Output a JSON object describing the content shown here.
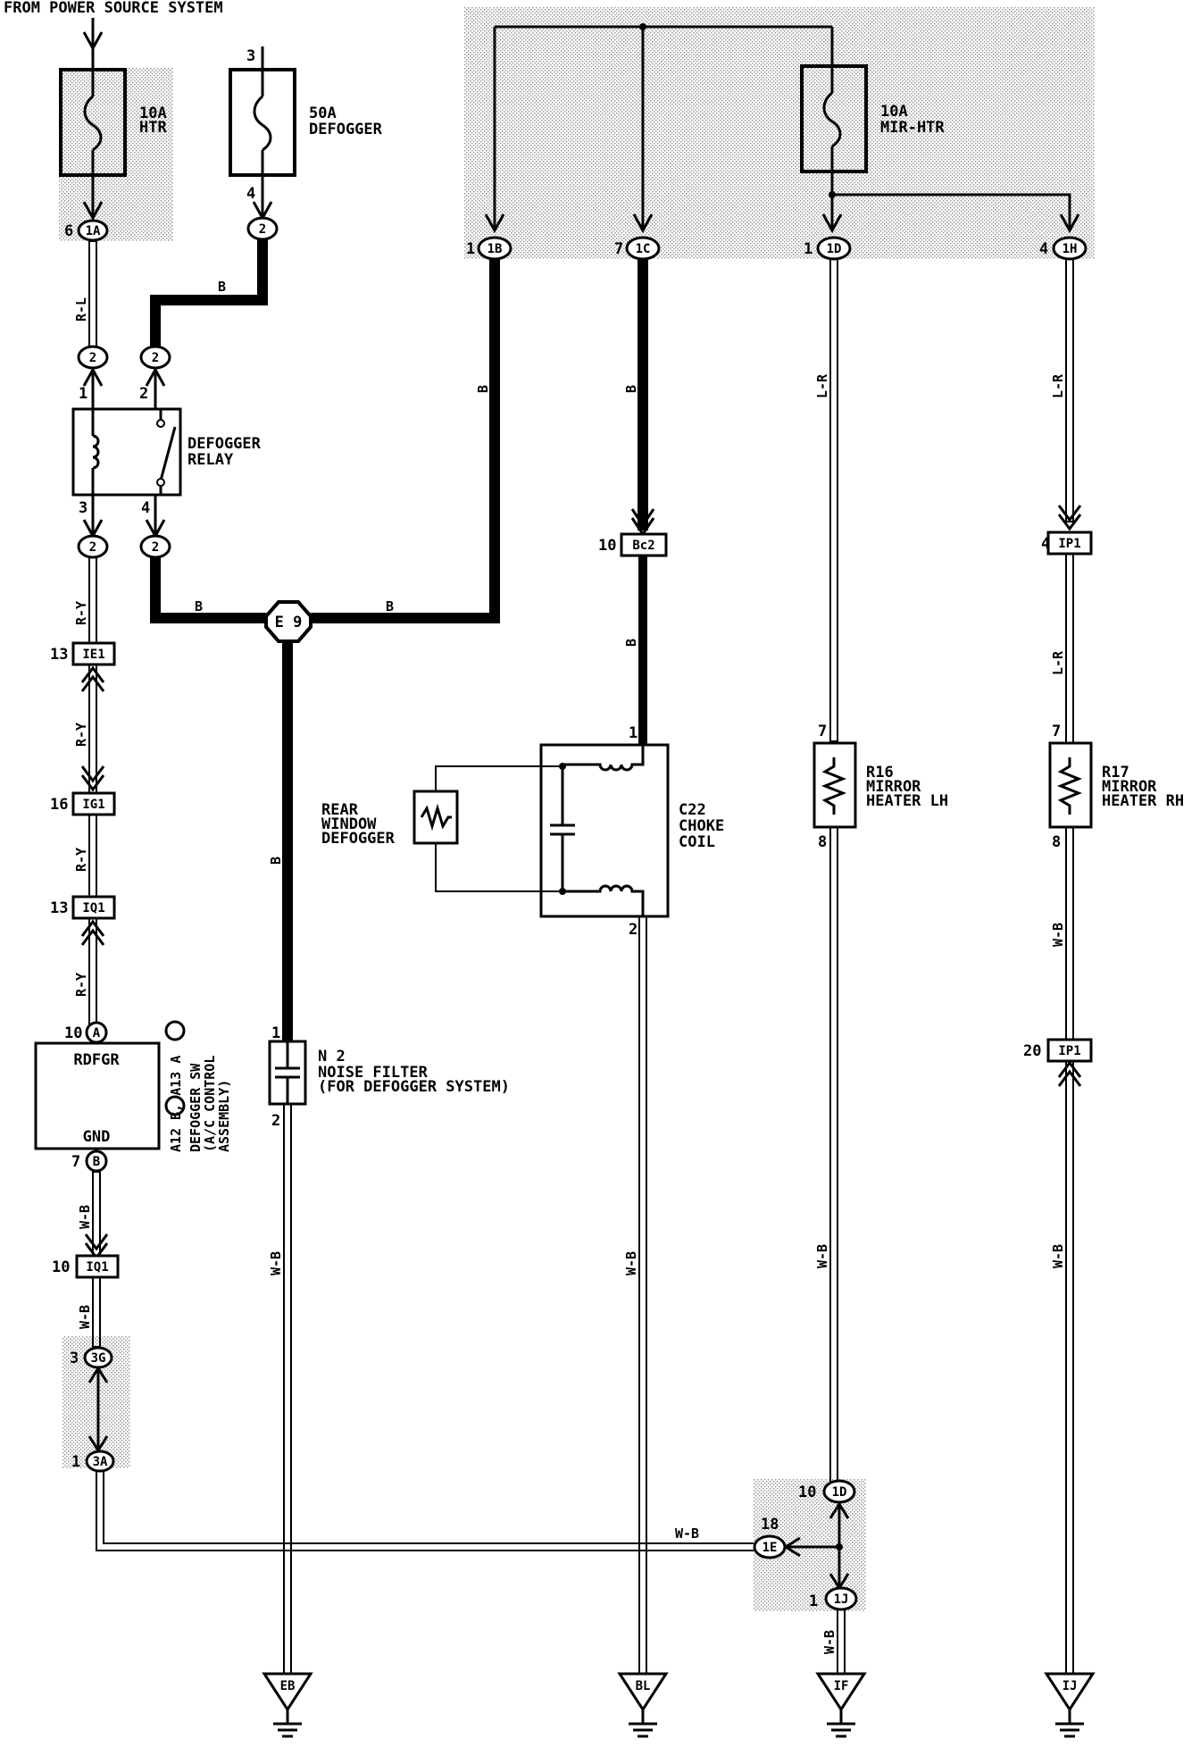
{
  "header": {
    "source_label": "FROM POWER SOURCE SYSTEM"
  },
  "fuses": {
    "f1_amp": "10A",
    "f1_name": "HTR",
    "f2_amp": "50A",
    "f2_name": "DEFOGGER",
    "f3_amp": "10A",
    "f3_name": "MIR-HTR"
  },
  "relay": {
    "name_line1": "DEFOGGER",
    "name_line2": "RELAY"
  },
  "junction": {
    "label": "E 9"
  },
  "components": {
    "rear_defogger": [
      "REAR",
      "WINDOW",
      "DEFOGGER"
    ],
    "choke_coil": [
      "C22",
      "CHOKE",
      "COIL"
    ],
    "r16": [
      "R16",
      "MIRROR",
      "HEATER LH"
    ],
    "r17": [
      "R17",
      "MIRROR",
      "HEATER RH"
    ],
    "noise_filter": [
      "N 2",
      "NOISE FILTER",
      "(FOR DEFOGGER SYSTEM)"
    ],
    "defogger_sw": {
      "terminal_top": "RDFGR",
      "terminal_bottom": "GND",
      "side_line1": "A12 B, A13 A",
      "side_line2": "DEFOGGER SW",
      "side_line3": "(A/C CONTROL",
      "side_line4": "ASSEMBLY)"
    }
  },
  "connectors": {
    "c1A": "1A",
    "c1B": "1B",
    "c1C": "1C",
    "c1D": "1D",
    "c1H": "1H",
    "c2": "2",
    "cBc2": "Bc2",
    "cIP1": "IP1",
    "cIE1": "IE1",
    "cIG1": "IG1",
    "cIQ1": "IQ1",
    "cA": "A",
    "cB": "B",
    "c3G": "3G",
    "c3A": "3A",
    "c1E": "1E",
    "c1J": "1J"
  },
  "pins": {
    "p6": "6",
    "p3": "3",
    "p4": "4",
    "p1": "1",
    "p2": "2",
    "p7": "7",
    "p8": "8",
    "p10": "10",
    "p13": "13",
    "p16": "16",
    "p20": "20",
    "p18": "18"
  },
  "wire_colors": {
    "rl": "R-L",
    "ry": "R-Y",
    "b": "B",
    "lr": "L-R",
    "wb": "W-B"
  },
  "grounds": {
    "eb": "EB",
    "bl": "BL",
    "if": "IF",
    "ij": "IJ"
  }
}
